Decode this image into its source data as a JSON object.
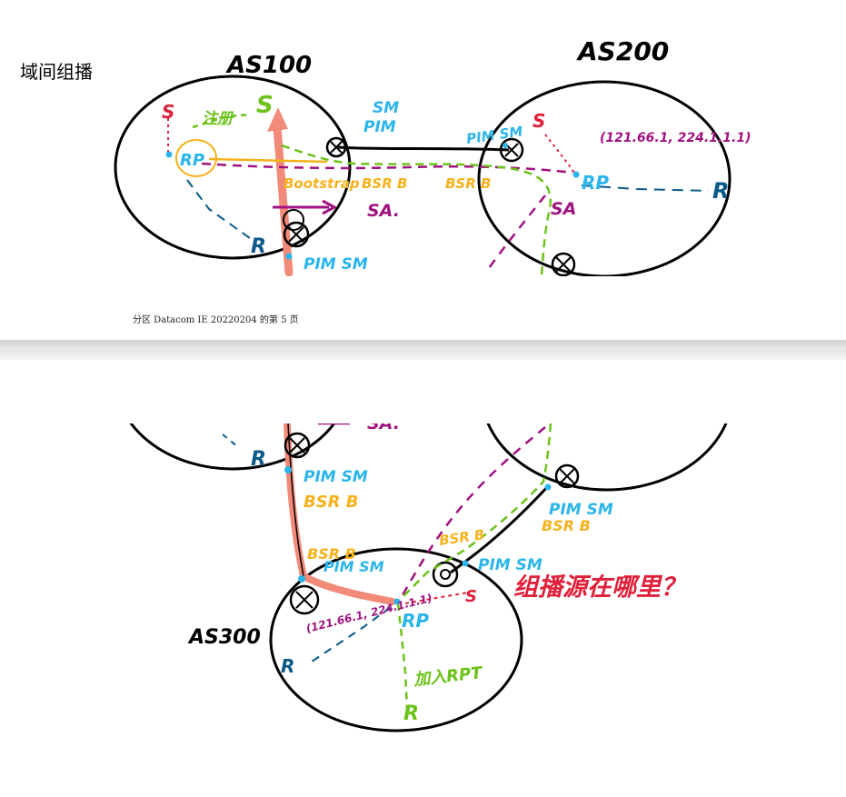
{
  "page_title": "域间组播",
  "footer": "分区 Datacom IE 20220204 的第 5 页",
  "colors": {
    "black": "#000000",
    "red": "#e0203a",
    "green": "#6cc21a",
    "orange": "#f5b21c",
    "purple": "#a0127f",
    "blue": "#2bb5ea",
    "navy": "#0b5a8a",
    "salmon": "#f28a7a"
  },
  "top": {
    "as100": "AS100",
    "as200": "AS200",
    "s1": "S",
    "s_green": "S",
    "note_green": "注册",
    "rp1": "RP",
    "r1": "R",
    "sm_pim": "SM",
    "pim_label": "PIM",
    "bootstrap": "Bootstrap",
    "bsr_b1": "BSR B",
    "bsr_b2": "BSR B",
    "sa1": "SA.",
    "pim_sm_top": "PIM SM",
    "s2": "S",
    "group": "(121.66.1, 224.1.1.1)",
    "rp2": "RP",
    "r2": "R",
    "sa2": "SA",
    "pim_sm_bottom": "PIM SM"
  },
  "bottom": {
    "sa_partial": "SA.",
    "r_top": "R",
    "pim_sm1": "PIM SM",
    "bsr_b1": "BSR B",
    "pim_sm2": "PIM SM",
    "bsr_b2": "BSR B",
    "bsr_b3": "BSR B",
    "bsr_b4": "BSR B",
    "pim_sm3": "PIM SM",
    "pim_sm4": "PIM SM",
    "s3": "S",
    "question": "组播源在哪里？",
    "as300": "AS300",
    "group": "(121.66.1, 224.1.1.1)",
    "rp3": "RP",
    "r3": "R",
    "join_rpt": "加入RPT",
    "r4": "R"
  }
}
